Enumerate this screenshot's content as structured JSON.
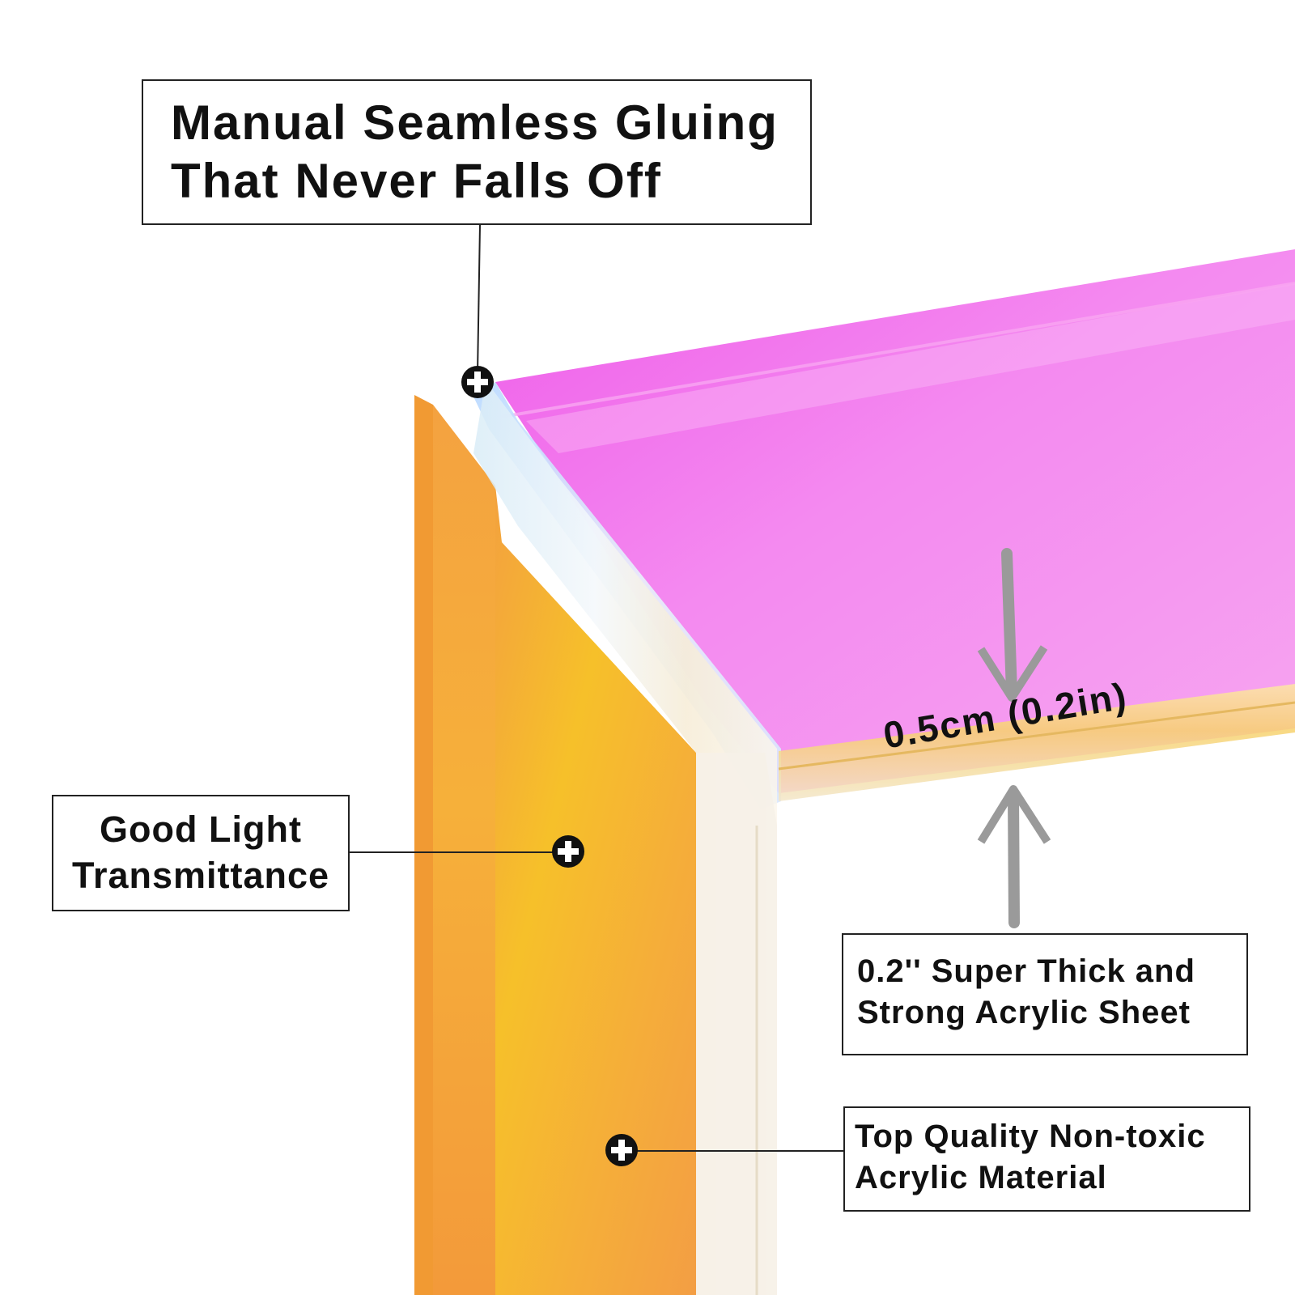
{
  "callouts": {
    "seamless_gluing": {
      "line1": "Manual Seamless Gluing",
      "line2": "That Never Falls Off"
    },
    "light_transmittance": {
      "line1": "Good Light",
      "line2": "Transmittance"
    },
    "thick_sheet": {
      "line1": "0.2'' Super Thick and",
      "line2": "Strong Acrylic Sheet"
    },
    "material": {
      "line1": "Top Quality Non-toxic",
      "line2": "Acrylic Material"
    }
  },
  "thickness_label": "0.5cm (0.2in)",
  "icons": [
    "plus-marker-icon",
    "down-arrow-icon",
    "up-arrow-icon"
  ],
  "colors": {
    "pink_panel": "#f279ec",
    "orange_panel": "#f5a63a",
    "gold_panel": "#f7be2c",
    "clear_edge": "#e9f3f8",
    "arrow_gray": "#9a9a9a",
    "border": "#222222"
  }
}
